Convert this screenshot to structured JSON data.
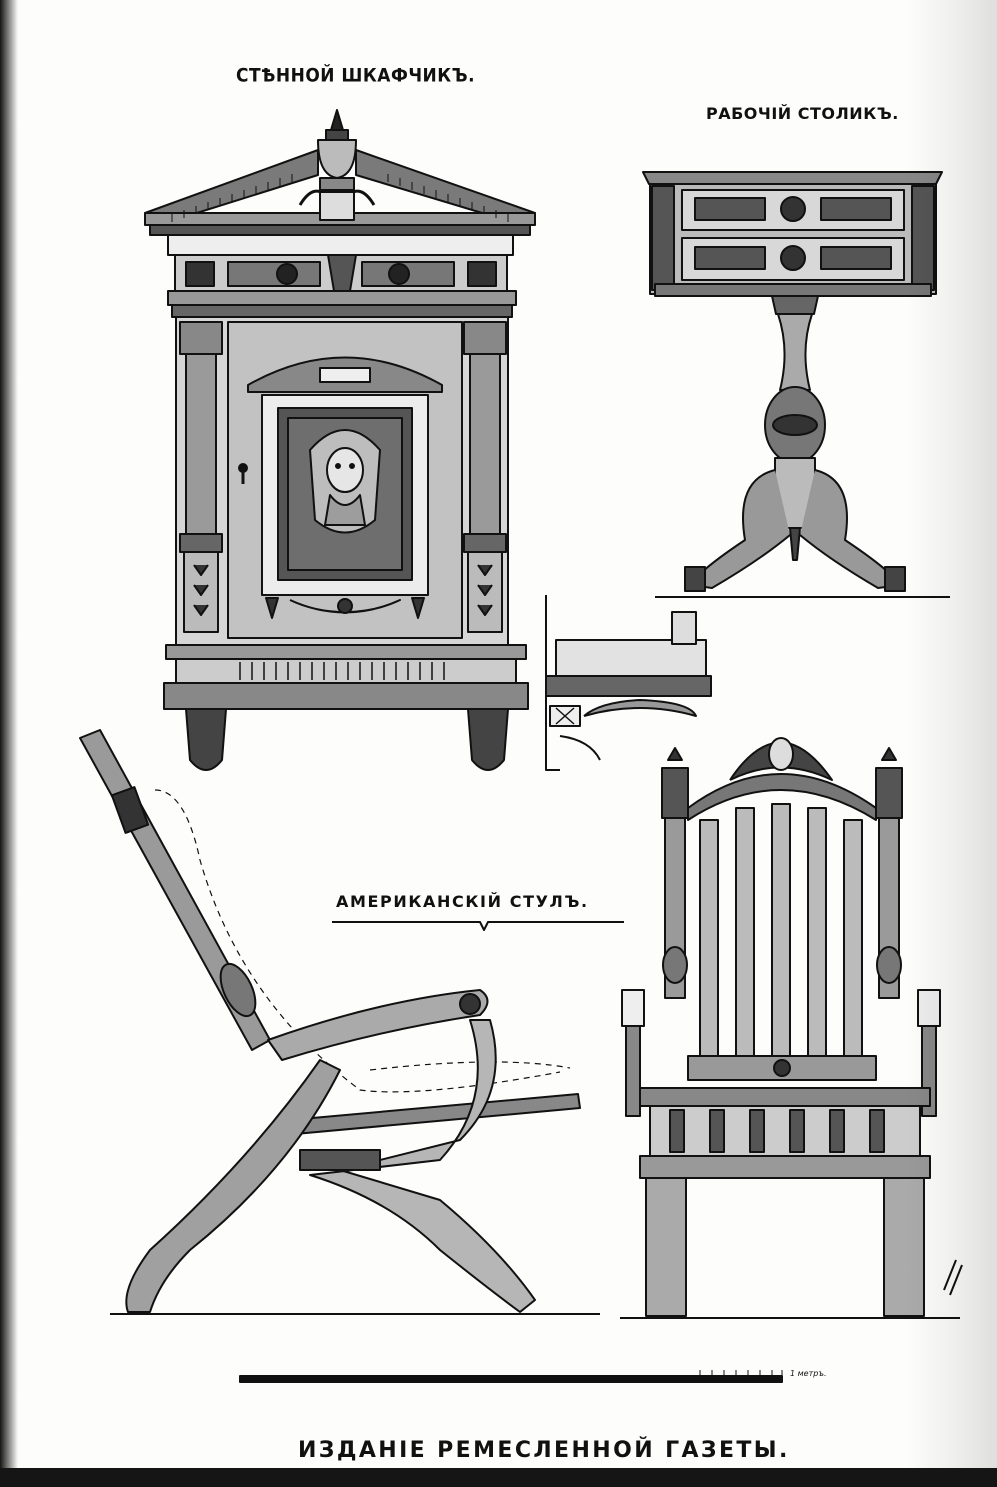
{
  "page": {
    "titles": {
      "cabinet": "СТѢННОЙ ШКАФЧИКЪ.",
      "work_table": "РАБОЧIЙ СТОЛИКЪ.",
      "chair": "АМЕРИКАНСКIЙ СТУЛЪ."
    },
    "scale_label": "1 метръ.",
    "publisher": "ИЗДАНIЕ РЕМЕСЛЕННОЙ ГАЗЕТЫ."
  }
}
